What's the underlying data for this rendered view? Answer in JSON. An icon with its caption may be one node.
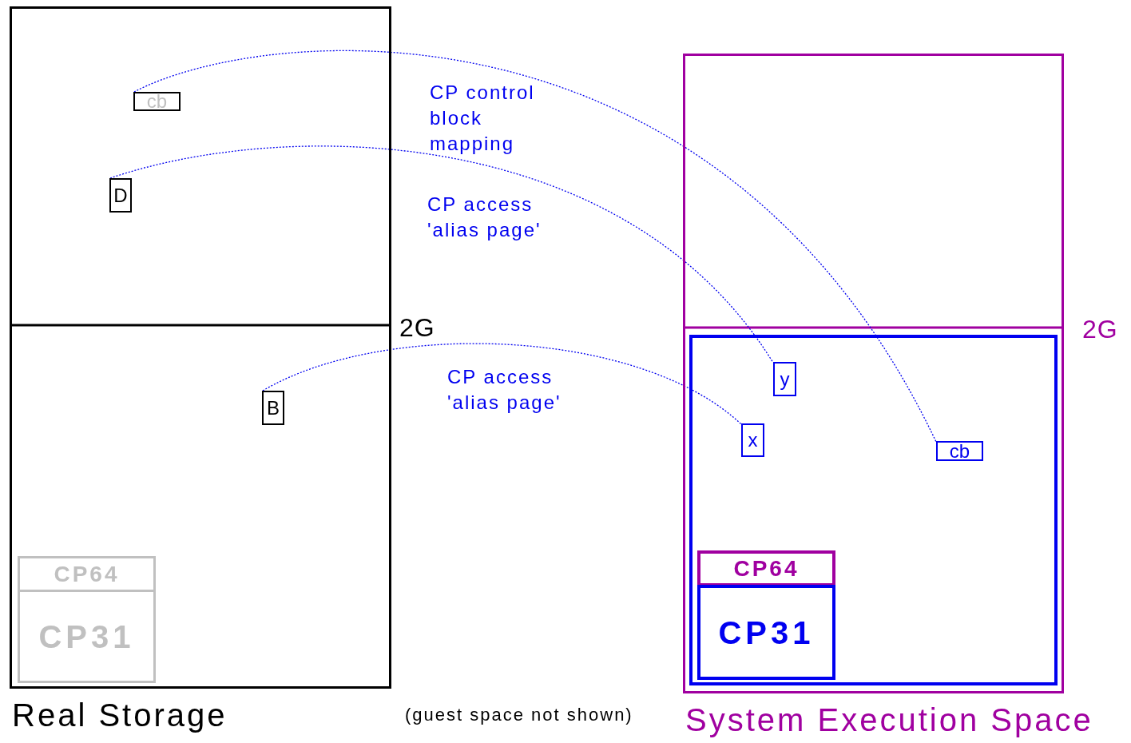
{
  "diagram": {
    "nodes": [
      {
        "text": [
          "Real Storage"
        ]
      },
      {
        "text": [
          "cb"
        ],
        "in": 0
      },
      {
        "text": [
          "D"
        ],
        "in": 0
      },
      {
        "text": [
          "B"
        ],
        "in": 0
      },
      {
        "text": [
          "CP64"
        ],
        "in": 0
      },
      {
        "text": [
          "CP31"
        ],
        "in": 0
      },
      {
        "text": [
          "System Execution Space"
        ]
      },
      {
        "text": [],
        "shape": "box",
        "in": 6
      },
      {
        "text": [
          "y"
        ],
        "in": 7
      },
      {
        "text": [
          "x"
        ],
        "in": 7
      },
      {
        "text": [
          "cb"
        ],
        "in": 7
      },
      {
        "text": [
          "CP64"
        ],
        "in": 7
      },
      {
        "text": [
          "CP31"
        ],
        "in": 7
      }
    ],
    "edges": [
      {
        "from": 1,
        "to": 10,
        "arrow": "none",
        "label": "CP control block mapping"
      },
      {
        "from": 2,
        "to": 8,
        "arrow": "none",
        "label": "CP access 'alias page'"
      },
      {
        "from": 3,
        "to": 9,
        "arrow": "none",
        "label": "CP access 'alias page'"
      }
    ],
    "labels": [
      "2G",
      "2G",
      "(guest space not shown)"
    ]
  }
}
